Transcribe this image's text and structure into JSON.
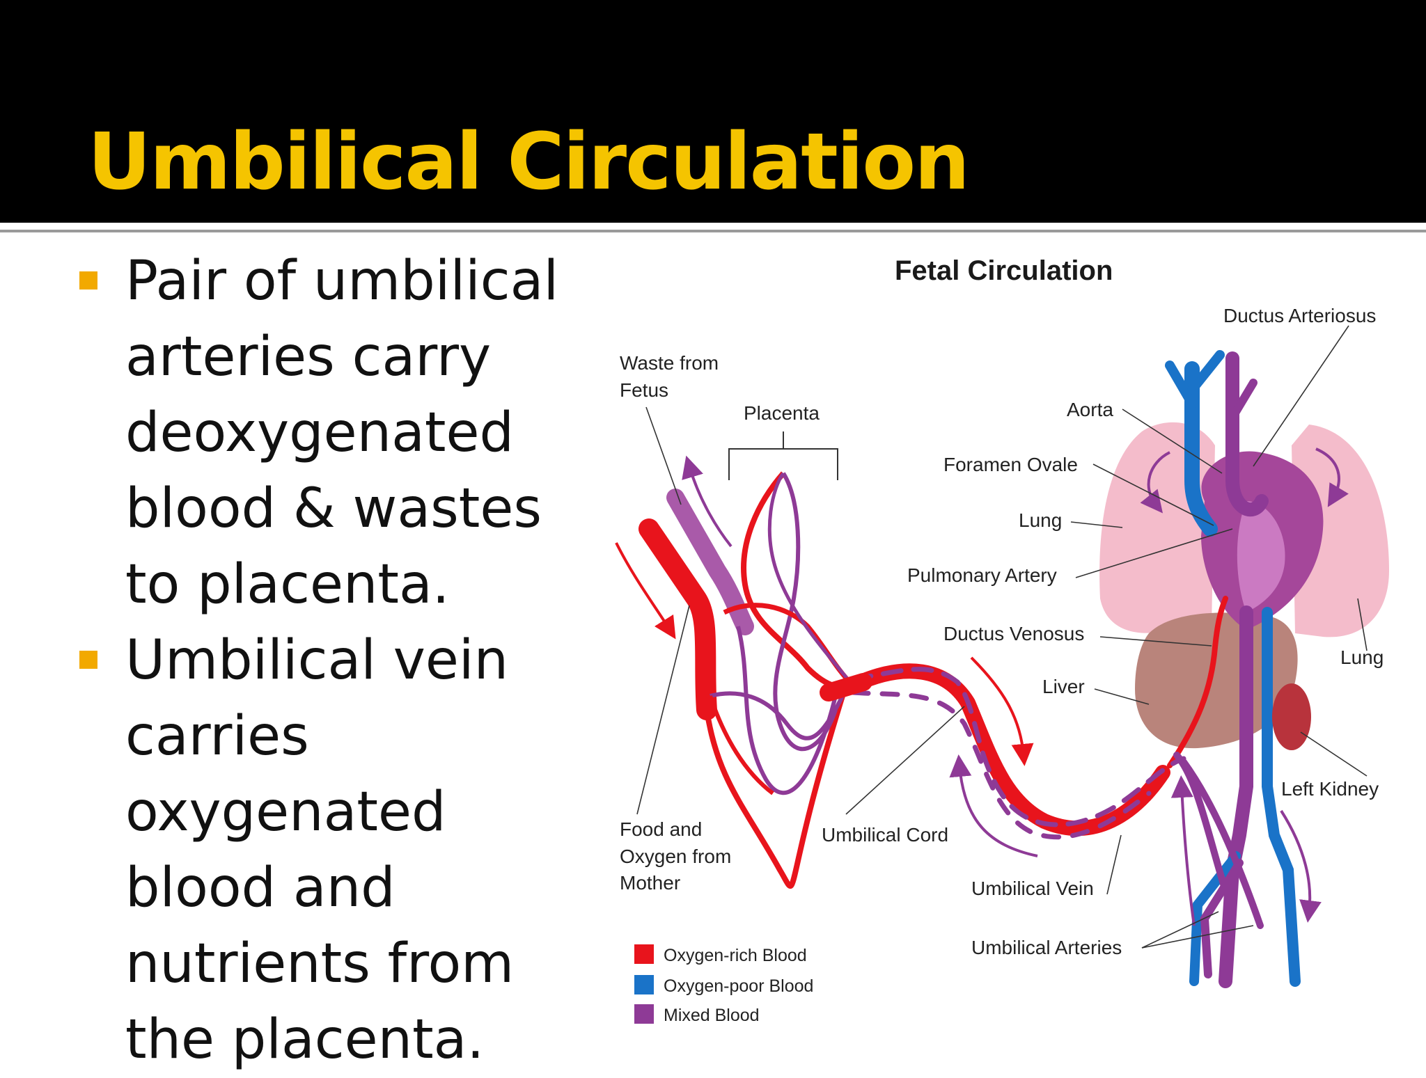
{
  "slide": {
    "title": "Umbilical Circulation",
    "bullets": [
      "Pair of umbilical arteries carry deoxygenated blood & wastes to placenta.",
      "Umbilical vein carries oxygenated blood and nutrients from the placenta."
    ]
  },
  "diagram": {
    "title": "Fetal Circulation",
    "labels": {
      "waste_from_fetus_1": "Waste from",
      "waste_from_fetus_2": "Fetus",
      "placenta": "Placenta",
      "food_1": "Food and",
      "food_2": "Oxygen from",
      "food_3": "Mother",
      "umbilical_cord": "Umbilical Cord",
      "umbilical_vein": "Umbilical Vein",
      "umbilical_arteries": "Umbilical Arteries",
      "ductus_arteriosus": "Ductus Arteriosus",
      "aorta": "Aorta",
      "foramen_ovale": "Foramen Ovale",
      "lung_left": "Lung",
      "pulmonary_artery": "Pulmonary Artery",
      "ductus_venosus": "Ductus Venosus",
      "liver": "Liver",
      "lung_right": "Lung",
      "left_kidney": "Left Kidney"
    },
    "legend": [
      {
        "label": "Oxygen-rich Blood",
        "color": "#e8141c"
      },
      {
        "label": "Oxygen-poor Blood",
        "color": "#1a73c8"
      },
      {
        "label": "Mixed Blood",
        "color": "#8e3a96"
      }
    ],
    "colors": {
      "oxygen_rich": "#e8141c",
      "oxygen_poor": "#1a73c8",
      "mixed": "#8e3a96",
      "lung": "#f2b6c6",
      "liver": "#b5756d",
      "heart": "#9a3d8c",
      "kidney": "#b8333c"
    }
  }
}
